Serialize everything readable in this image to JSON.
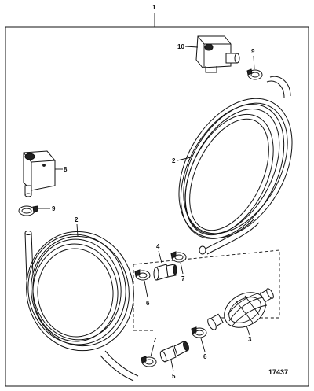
{
  "figure": {
    "assembly_callout": "1",
    "figure_number": "17437"
  },
  "callouts": {
    "fuel_connector_top": "10",
    "hose_clamp_top": "9",
    "hose_right": "2",
    "fuel_connector_left": "8",
    "hose_clamp_left": "9",
    "hose_left": "2",
    "fitting_upper": "4",
    "clamp_upper_right": "7",
    "clamp_upper_left": "6",
    "primer_bulb": "3",
    "fitting_lower": "5",
    "clamp_lower_right": "6",
    "clamp_lower_left": "7"
  }
}
